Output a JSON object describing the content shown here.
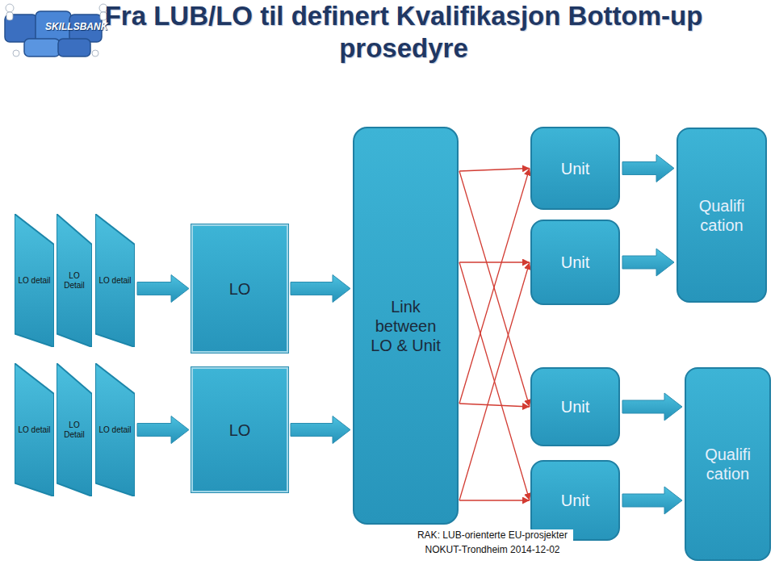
{
  "diagram": {
    "title": "Fra LUB/LO til definert Kvalifikasjon Bottom-up prosedyre",
    "nodes": [
      {
        "text": [
          "LO detail"
        ]
      },
      {
        "text": [
          "LO Detail"
        ]
      },
      {
        "text": [
          "LO detail"
        ]
      },
      {
        "text": [
          "LO"
        ]
      },
      {
        "text": [
          "Link between LO & Unit"
        ]
      },
      {
        "text": [
          "Unit"
        ]
      },
      {
        "text": [
          "Unit"
        ]
      },
      {
        "text": [
          "Qualifi cation"
        ]
      },
      {
        "text": [
          "LO detail"
        ]
      },
      {
        "text": [
          "LO Detail"
        ]
      },
      {
        "text": [
          "LO detail"
        ]
      },
      {
        "text": [
          "LO"
        ]
      },
      {
        "text": [
          "Unit"
        ]
      },
      {
        "text": [
          "Unit"
        ]
      },
      {
        "text": [
          "Qualifi cation"
        ]
      }
    ],
    "edges": [
      {
        "from": 2,
        "to": 3,
        "arrow": "to"
      },
      {
        "from": 10,
        "to": 11,
        "arrow": "to"
      },
      {
        "from": 3,
        "to": 4,
        "arrow": "to"
      },
      {
        "from": 11,
        "to": 4,
        "arrow": "to"
      },
      {
        "from": 4,
        "to": 5,
        "arrow": "to"
      },
      {
        "from": 4,
        "to": 12,
        "arrow": "to"
      },
      {
        "from": 4,
        "to": 6,
        "arrow": "to"
      },
      {
        "from": 4,
        "to": 13,
        "arrow": "to"
      },
      {
        "from": 4,
        "to": 12,
        "arrow": "to"
      },
      {
        "from": 4,
        "to": 5,
        "arrow": "to"
      },
      {
        "from": 4,
        "to": 13,
        "arrow": "to"
      },
      {
        "from": 4,
        "to": 6,
        "arrow": "to"
      },
      {
        "from": 5,
        "to": 7,
        "arrow": "to"
      },
      {
        "from": 6,
        "to": 7,
        "arrow": "to"
      },
      {
        "from": 12,
        "to": 14,
        "arrow": "to"
      },
      {
        "from": 13,
        "to": 14,
        "arrow": "to"
      }
    ],
    "labels": [
      "SKILLSBANK",
      "RAK: LUB-orienterte EU-prosjekter",
      "NOKUT-Trondheim 2014-12-02"
    ]
  }
}
